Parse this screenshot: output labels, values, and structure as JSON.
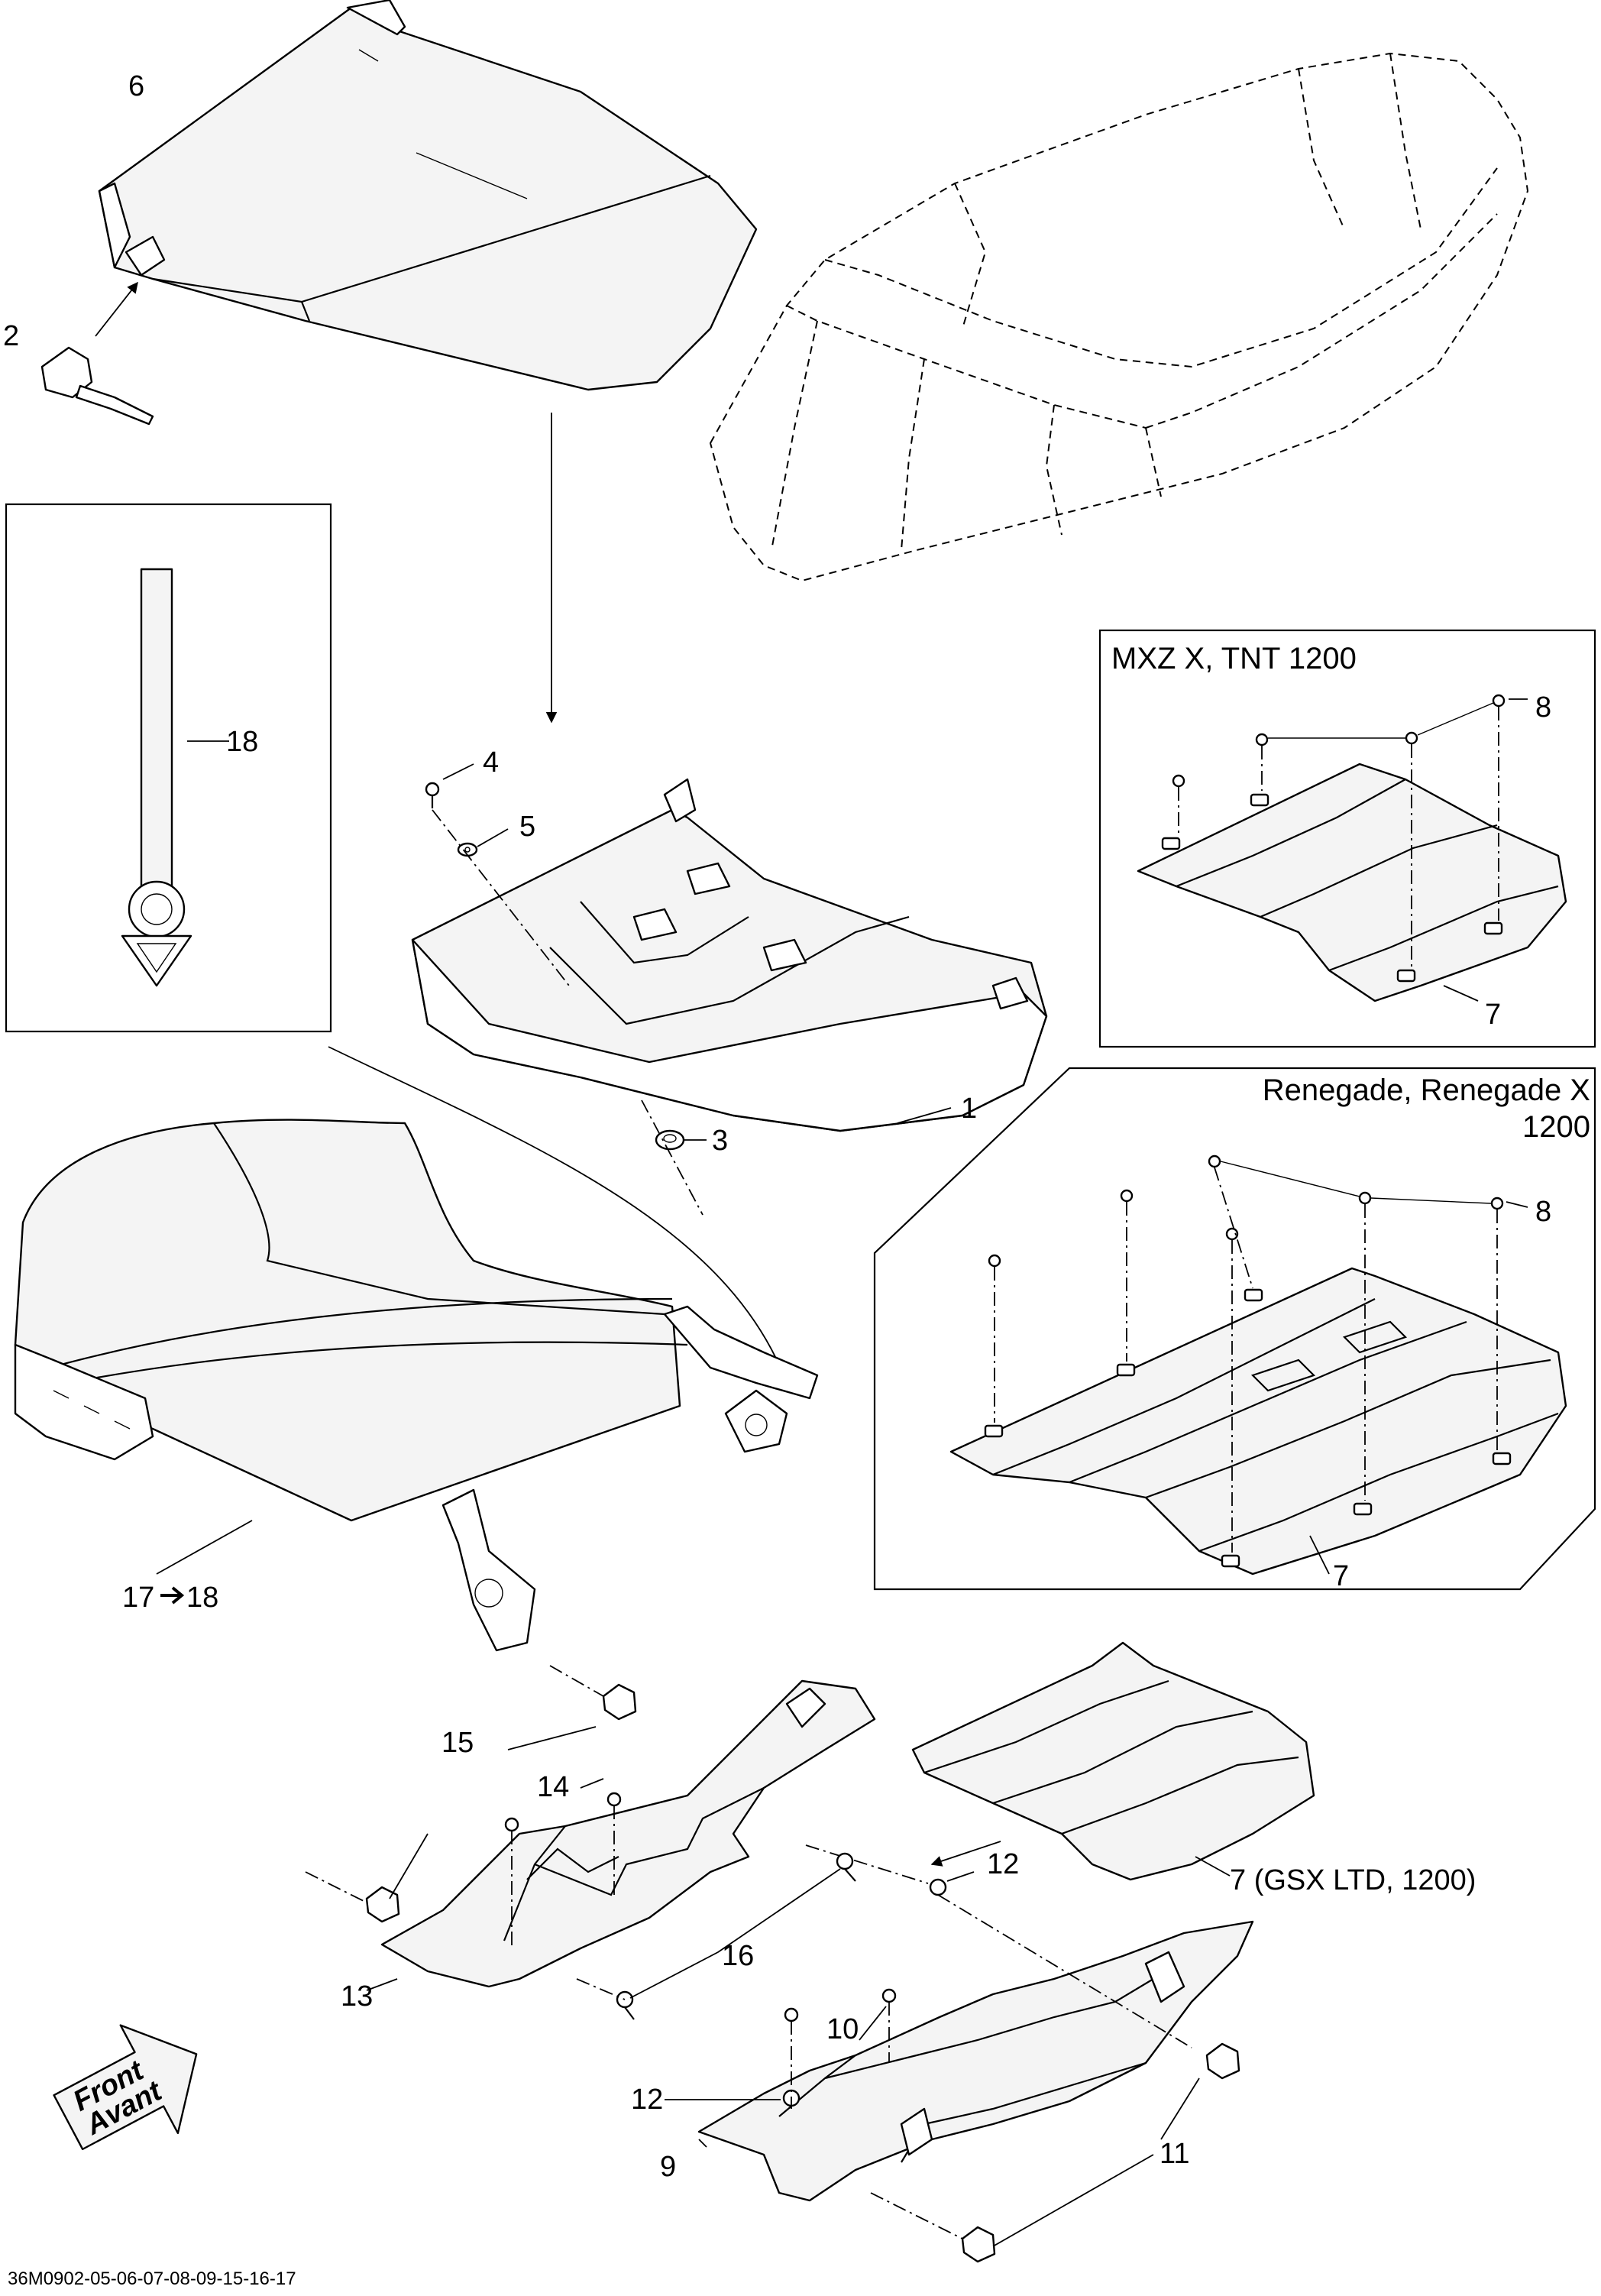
{
  "callouts": {
    "p1": "1",
    "p2": "2",
    "p3": "3",
    "p4": "4",
    "p5": "5",
    "p6": "6",
    "p7_a": "7",
    "p7_b": "7",
    "p7_c": "7 (GSX LTD, 1200)",
    "p8_a": "8",
    "p8_b": "8",
    "p9": "9",
    "p10": "10",
    "p11": "11",
    "p12_a": "12",
    "p12_b": "12",
    "p13": "13",
    "p14": "14",
    "p15": "15",
    "p16": "16",
    "p17": "17",
    "p17_target": "18",
    "p18": "18"
  },
  "boxes": {
    "mxz": "MXZ X, TNT 1200",
    "renegade_line1": "Renegade, Renegade X",
    "renegade_line2": "1200"
  },
  "front_badge": {
    "line1": "Front",
    "line2": "Avant"
  },
  "ref_code": "36M0902-05-06-07-08-09-15-16-17",
  "colors": {
    "line": "#000000",
    "background": "#ffffff",
    "part_fill": "#f4f4f4"
  },
  "icons": {
    "arrow": "front-arrow-icon",
    "leader_arrow": "arrow-right-icon"
  }
}
